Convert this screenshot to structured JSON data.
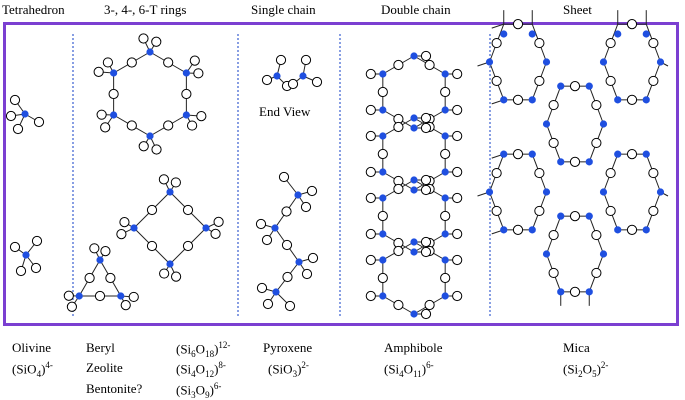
{
  "headers": {
    "tetrahedron": "Tetrahedron",
    "rings": "3-, 4-, 6-T rings",
    "single_chain": "Single chain",
    "double_chain": "Double chain",
    "sheet": "Sheet"
  },
  "annotation": {
    "end_view": "End View"
  },
  "minerals": {
    "olivine": {
      "name": "Olivine",
      "formula": "(SiO4)4-"
    },
    "beryl": {
      "name": "Beryl",
      "formula": "(Si6O18)12-"
    },
    "zeolite": {
      "name": "Zeolite",
      "formula": "(Si4O12)8-"
    },
    "bentonite": {
      "name": "Bentonite?",
      "formula": "(Si3O9)6-"
    },
    "pyroxene": {
      "name": "Pyroxene",
      "formula": "(SiO3)2-"
    },
    "amphibole": {
      "name": "Amphibole",
      "formula": "(Si4O11)6-"
    },
    "mica": {
      "name": "Mica",
      "formula": "(Si2O5)2-"
    }
  },
  "colors": {
    "frame": "#7b3fd1",
    "silicon": "#1f4fe0",
    "divider": "#3a5fd0"
  }
}
